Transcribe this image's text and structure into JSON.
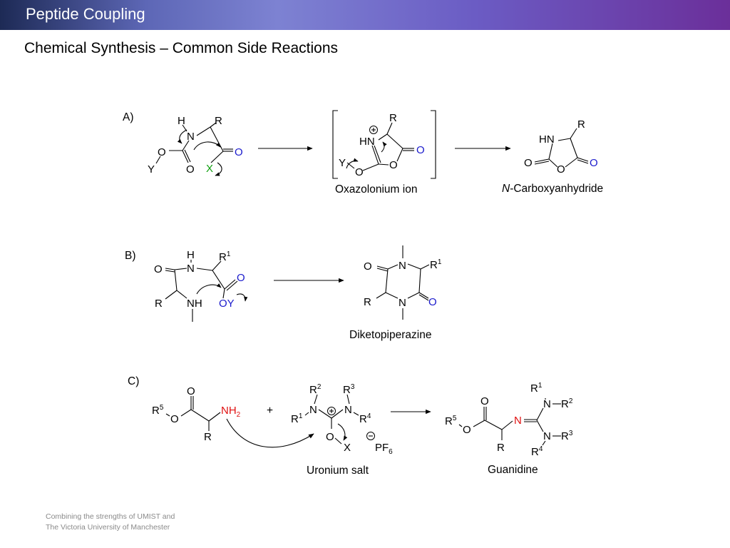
{
  "header": {
    "title": "Peptide Coupling"
  },
  "subtitle": "Chemical Synthesis – Common Side Reactions",
  "footer": {
    "line1": "Combining the strengths of UMIST and",
    "line2": "The Victoria University of Manchester"
  },
  "colors": {
    "header_start": "#1d2a55",
    "header_end": "#6b2f9a",
    "highlight_blue": "#1a1acc",
    "highlight_green": "#10a010",
    "highlight_red": "#e01010",
    "footer_text": "#8a8a8a"
  },
  "reaction_a": {
    "panel_label": "A)",
    "reactant_atoms": {
      "H": "H",
      "N": "N",
      "R": "R",
      "O_ester": "O",
      "Y": "Y",
      "O_carbonyl": "O",
      "X": "X",
      "O_blue": "O"
    },
    "intermediate_atoms": {
      "R": "R",
      "HN": "HN",
      "Y": "Y",
      "O_ring": "O",
      "O_left": "O",
      "O_blue": "O"
    },
    "intermediate_label": "Oxazolonium ion",
    "product_atoms": {
      "R": "R",
      "HN": "HN",
      "O_left": "O",
      "O_ring": "O",
      "O_blue": "O"
    },
    "product_label_italic": "N",
    "product_label_rest": "-Carboxyanhydride"
  },
  "reaction_b": {
    "panel_label": "B)",
    "reactant_atoms": {
      "H": "H",
      "N": "N",
      "R1": "R",
      "R1_sup": "1",
      "O_left": "O",
      "O_blue": "O",
      "R": "R",
      "NH": "NH",
      "OY": "OY"
    },
    "product_atoms": {
      "O_left": "O",
      "N_top": "N",
      "R1": "R",
      "R1_sup": "1",
      "R": "R",
      "N_bottom": "N",
      "O_blue": "O"
    },
    "product_label": "Diketopiperazine"
  },
  "reaction_c": {
    "panel_label": "C)",
    "amine_atoms": {
      "O_top": "O",
      "R5": "R",
      "R5_sup": "5",
      "O_ester": "O",
      "NH": "NH",
      "NH_sub": "2",
      "R": "R"
    },
    "plus": "+",
    "uronium_atoms": {
      "R2": "R",
      "R2_sup": "2",
      "R3": "R",
      "R3_sup": "3",
      "R1": "R",
      "R1_sup": "1",
      "N_left": "N",
      "N_right": "N",
      "R4": "R",
      "R4_sup": "4",
      "O": "O",
      "X": "X",
      "PF": "PF",
      "PF_sub": "6"
    },
    "uronium_label": "Uronium salt",
    "guanidine_atoms": {
      "O_top": "O",
      "R5": "R",
      "R5_sup": "5",
      "O_ester": "O",
      "N_red": "N",
      "R": "R",
      "R1": "R",
      "R1_sup": "1",
      "N_upper": "N",
      "R2": "R",
      "R2_sup": "2",
      "N_lower": "N",
      "R3": "R",
      "R3_sup": "3",
      "R4": "R",
      "R4_sup": "4"
    },
    "guanidine_label": "Guanidine"
  }
}
